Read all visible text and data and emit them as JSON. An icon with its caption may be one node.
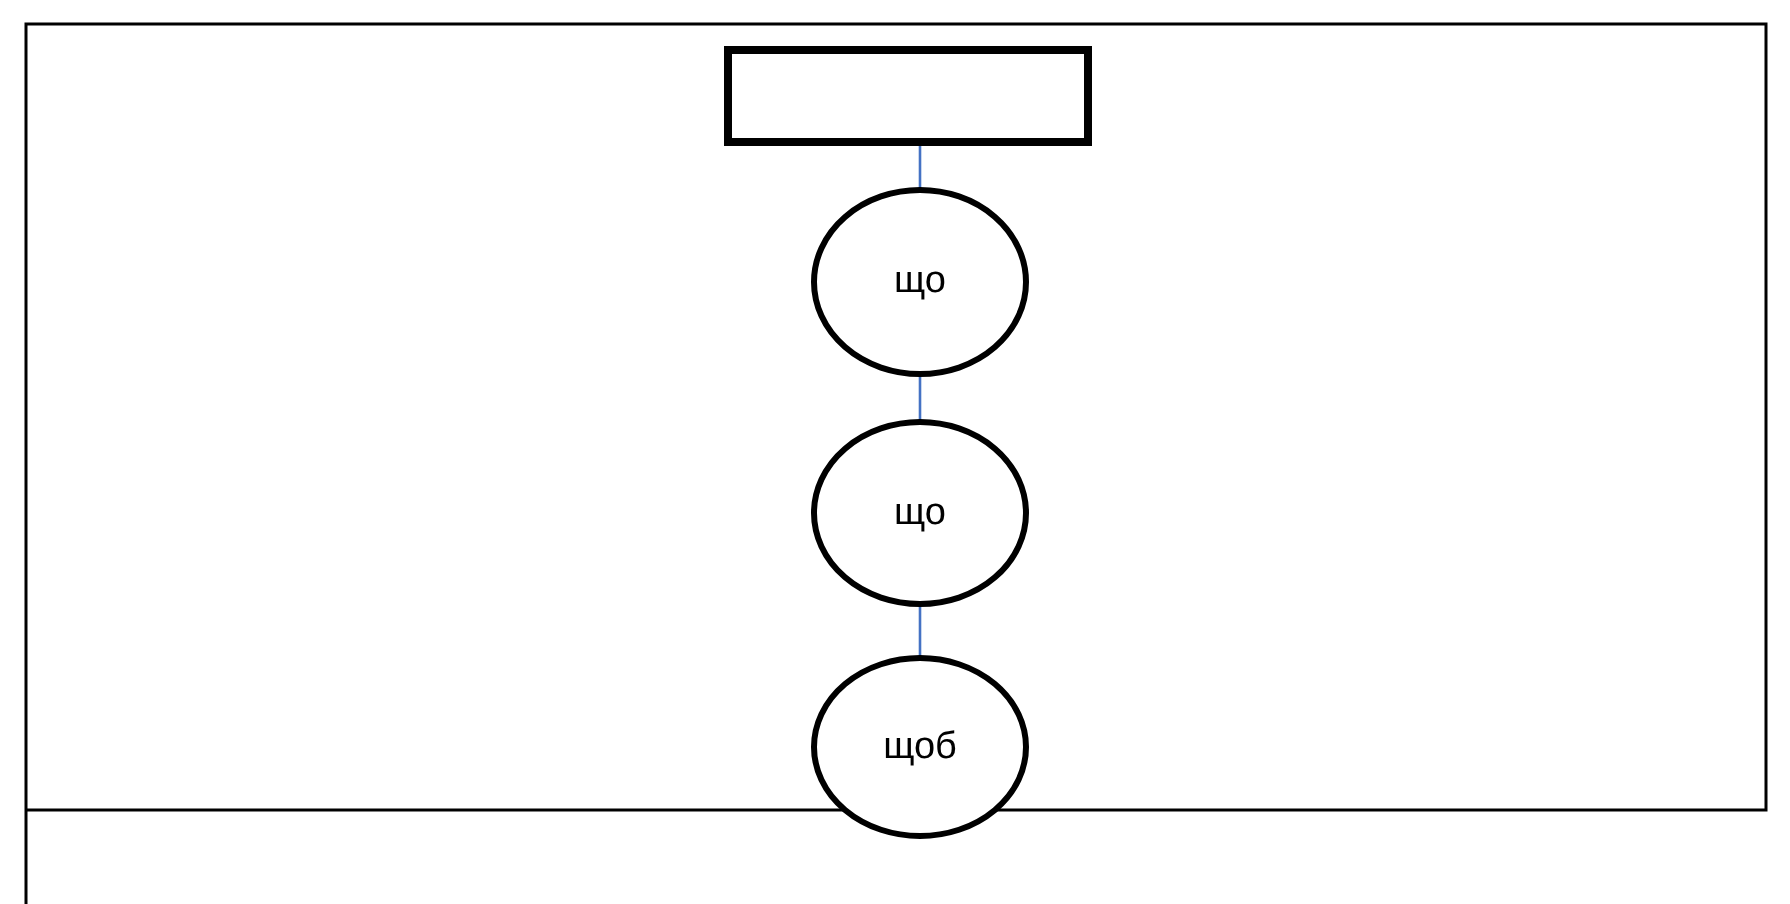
{
  "diagram": {
    "nodes": [
      {
        "text": [],
        "shape": "box"
      },
      {
        "text": [
          "що"
        ]
      },
      {
        "text": [
          "що"
        ]
      },
      {
        "text": [
          "щоб"
        ]
      }
    ],
    "edges": [
      {
        "from": 0,
        "to": 1,
        "arrow": "none"
      },
      {
        "from": 1,
        "to": 2,
        "arrow": "none"
      },
      {
        "from": 2,
        "to": 3,
        "arrow": "none"
      }
    ]
  }
}
